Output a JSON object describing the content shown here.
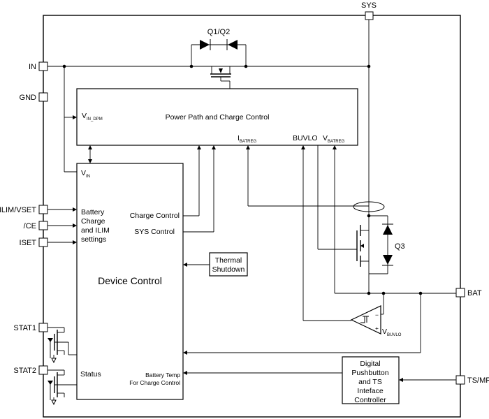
{
  "pins": {
    "sys": "SYS",
    "in": "IN",
    "gnd": "GND",
    "ilim_vset": "ILIM/VSET",
    "ce": "/CE",
    "iset": "ISET",
    "stat1": "STAT1",
    "stat2": "STAT2",
    "bat": "BAT",
    "ts_mr": "TS/MR"
  },
  "transistors": {
    "q1q2": "Q1/Q2",
    "q3": "Q3"
  },
  "power_path": {
    "title": "Power Path and Charge Control",
    "vin_dpm_main": "V",
    "vin_dpm_sub": "IN_DPM",
    "ibatreg_main": "I",
    "ibatreg_sub": "BATREG",
    "buvlo": "BUVLO",
    "vbatreg_main": "V",
    "vbatreg_sub": "BATREG"
  },
  "device_control": {
    "title": "Device Control",
    "vin_main": "V",
    "vin_sub": "IN",
    "settings_line1": "Battery",
    "settings_line2": "Charge",
    "settings_line3": "and ILIM",
    "settings_line4": "settings",
    "charge_control": "Charge Control",
    "sys_control": "SYS Control",
    "status": "Status",
    "battery_temp_line1": "Battery Temp",
    "battery_temp_line2": "For Charge Control"
  },
  "thermal": {
    "line1": "Thermal",
    "line2": "Shutdown"
  },
  "comparator": {
    "ref_main": "V",
    "ref_sub": "BUVLO",
    "plus": "+",
    "minus": "−"
  },
  "digital_controller": {
    "line1": "Digital",
    "line2": "Pushbutton",
    "line3": "and TS",
    "line4": "Inteface",
    "line5": "Controller"
  }
}
